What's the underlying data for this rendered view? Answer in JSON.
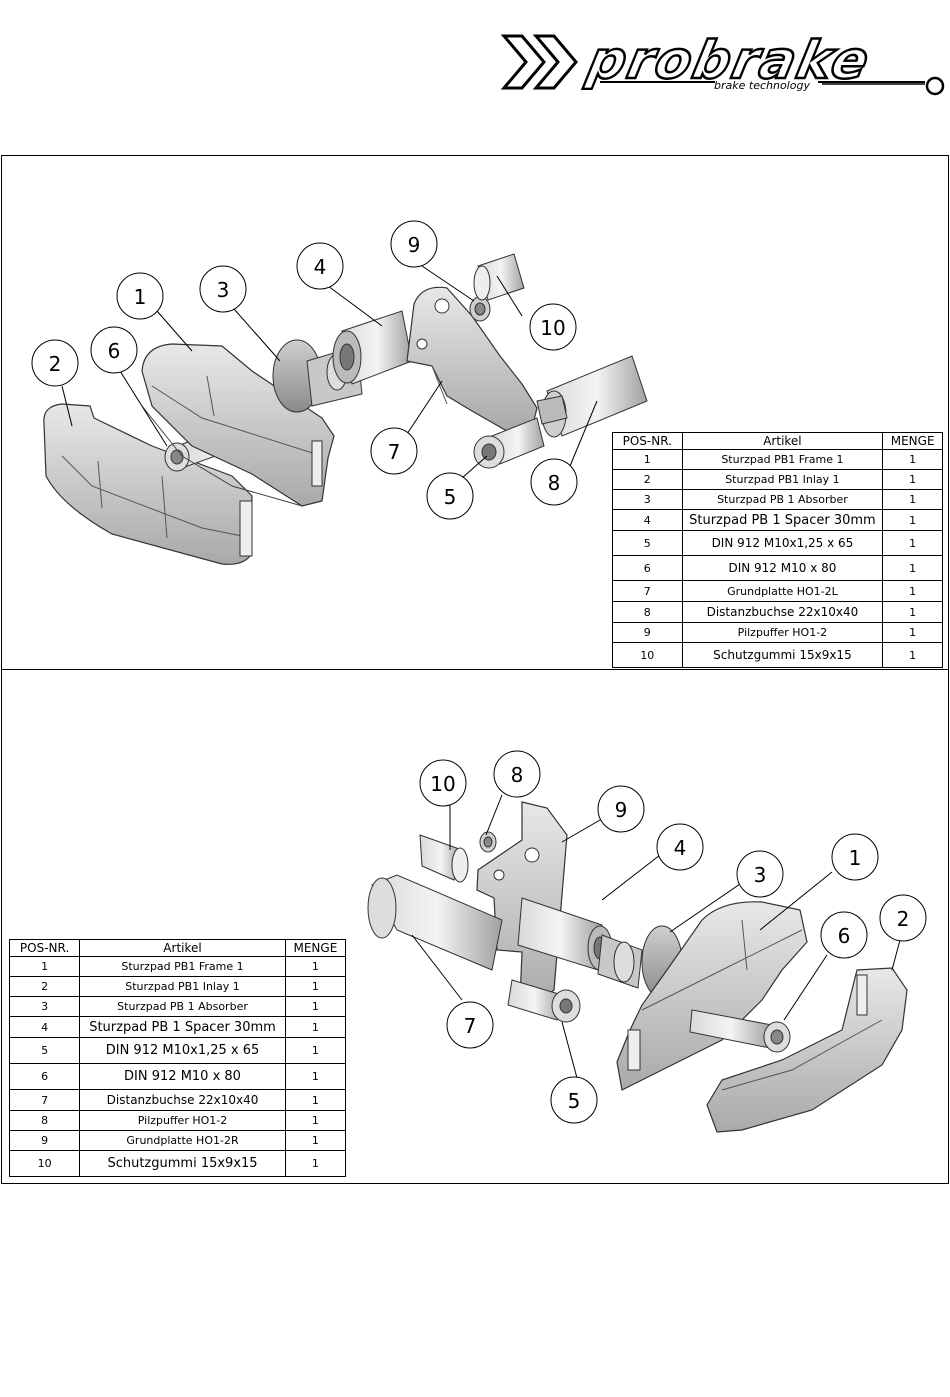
{
  "brand": {
    "name": "probrake",
    "tagline": "brake technology",
    "color": "#000000"
  },
  "top_view": {
    "callouts": [
      "1",
      "2",
      "3",
      "4",
      "5",
      "6",
      "7",
      "8",
      "9",
      "10"
    ],
    "table": {
      "headers": [
        "POS-NR.",
        "Artikel",
        "MENGE"
      ],
      "rows": [
        [
          "1",
          "Sturzpad PB1 Frame 1",
          "1"
        ],
        [
          "2",
          "Sturzpad PB1 Inlay 1",
          "1"
        ],
        [
          "3",
          "Sturzpad PB 1 Absorber",
          "1"
        ],
        [
          "4",
          "Sturzpad PB 1 Spacer 30mm",
          "1"
        ],
        [
          "5",
          "DIN 912 M10x1,25 x 65",
          "1"
        ],
        [
          "6",
          "DIN 912 M10 x 80",
          "1"
        ],
        [
          "7",
          "Grundplatte HO1-2L",
          "1"
        ],
        [
          "8",
          "Distanzbuchse 22x10x40",
          "1"
        ],
        [
          "9",
          "Pilzpuffer HO1-2",
          "1"
        ],
        [
          "10",
          "Schutzgummi 15x9x15",
          "1"
        ]
      ]
    }
  },
  "bottom_view": {
    "callouts": [
      "1",
      "2",
      "3",
      "4",
      "5",
      "6",
      "7",
      "8",
      "9",
      "10"
    ],
    "table": {
      "headers": [
        "POS-NR.",
        "Artikel",
        "MENGE"
      ],
      "rows": [
        [
          "1",
          "Sturzpad PB1 Frame 1",
          "1"
        ],
        [
          "2",
          "Sturzpad PB1 Inlay 1",
          "1"
        ],
        [
          "3",
          "Sturzpad PB 1 Absorber",
          "1"
        ],
        [
          "4",
          "Sturzpad PB 1 Spacer 30mm",
          "1"
        ],
        [
          "5",
          "DIN 912 M10x1,25 x 65",
          "1"
        ],
        [
          "6",
          "DIN 912 M10 x 80",
          "1"
        ],
        [
          "7",
          "Distanzbuchse 22x10x40",
          "1"
        ],
        [
          "8",
          "Pilzpuffer HO1-2",
          "1"
        ],
        [
          "9",
          "Grundplatte HO1-2R",
          "1"
        ],
        [
          "10",
          "Schutzgummi 15x9x15",
          "1"
        ]
      ]
    }
  }
}
